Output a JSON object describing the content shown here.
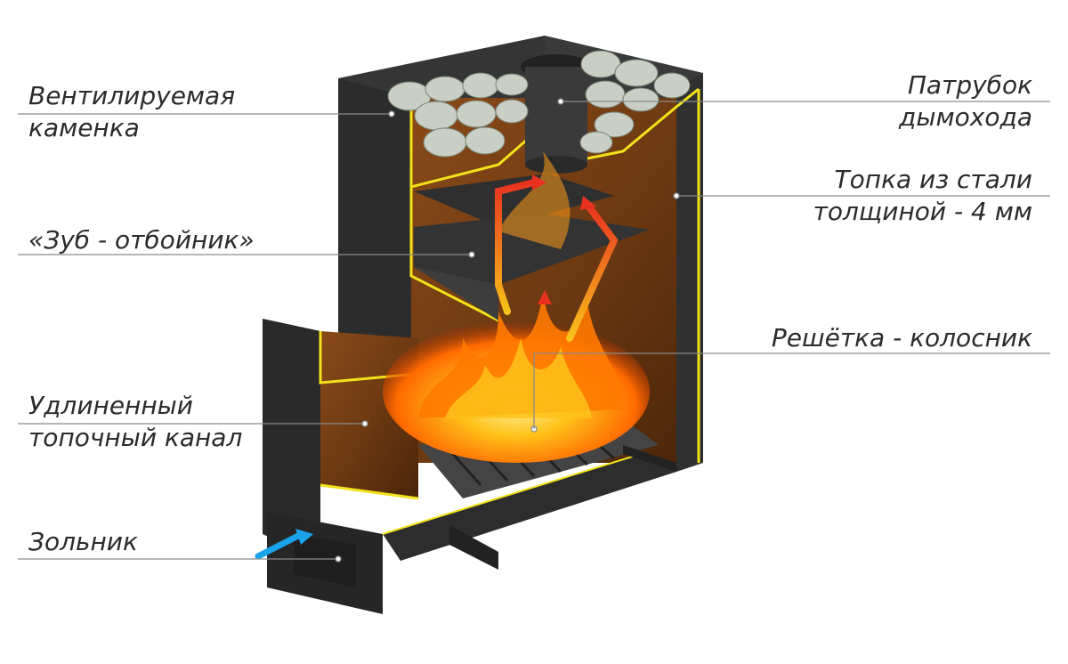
{
  "labels": {
    "stone_heater": [
      "Вентилируемая",
      "каменка"
    ],
    "tooth_deflector": [
      "«Зуб - отбойник»"
    ],
    "extended_channel": [
      "Удлиненный",
      "топочный канал"
    ],
    "ash_pan": [
      "Зольник"
    ],
    "chimney_pipe": [
      "Патрубок",
      "дымохода"
    ],
    "firebox_steel": [
      "Топка из стали",
      "толщиной - 4 мм"
    ],
    "grate": [
      "Решётка - колосник"
    ]
  },
  "colors": {
    "label_text": "#2b2b2b",
    "leader_line": "#8a8a8a",
    "steel_dark": "#2f2f2f",
    "steel_mid": "#3c3c3c",
    "edge_highlight": "#f2e21a",
    "rust_interior": "#6e3a12",
    "fire_orange": "#ff8a00",
    "fire_yellow": "#ffd23a",
    "hot_arrow": "#e8321f",
    "cold_arrow": "#1aa3e8",
    "stones": "#c9cfc4"
  }
}
